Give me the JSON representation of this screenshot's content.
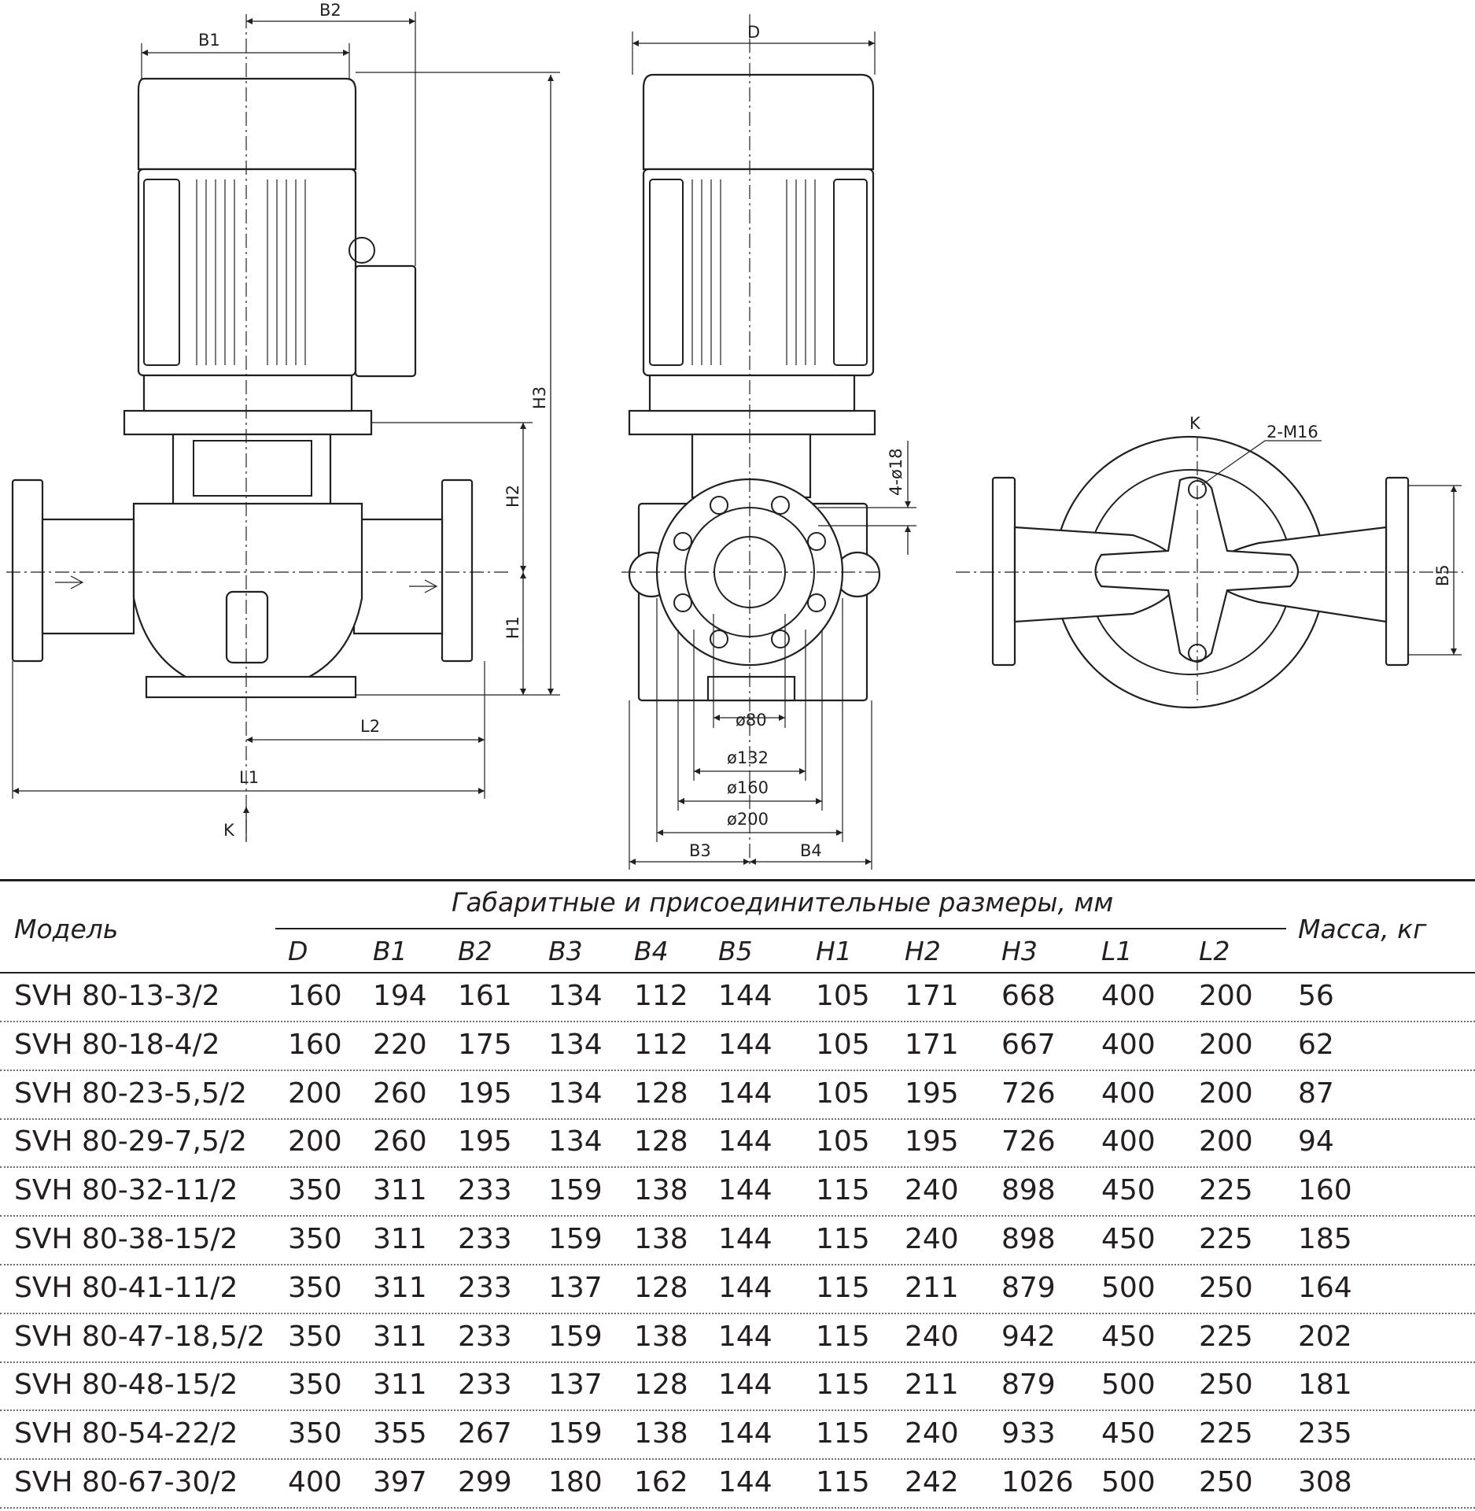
{
  "drawing": {
    "front_view": {
      "dim_labels": {
        "b1": "B1",
        "b2": "B2",
        "h1": "H1",
        "h2": "H2",
        "h3": "H3",
        "l1": "L1",
        "l2": "L2",
        "view_k": "K"
      }
    },
    "side_view": {
      "dim_labels": {
        "d": "D",
        "b3": "B3",
        "b4": "B4",
        "holes": "4-ø18",
        "d80": "ø80",
        "d132": "ø132",
        "d160": "ø160",
        "d200": "ø200"
      }
    },
    "top_view": {
      "labels": {
        "k": "K",
        "bolts": "2-M16",
        "b5": "B5"
      }
    }
  },
  "table": {
    "model_header": "Модель",
    "group_header": "Габаритные и присоединительные размеры, мм",
    "mass_header": "Масса, кг",
    "columns": [
      "D",
      "B1",
      "B2",
      "B3",
      "B4",
      "B5",
      "H1",
      "H2",
      "H3",
      "L1",
      "L2"
    ],
    "rows": [
      {
        "model": "SVH 80-13-3/2",
        "values": [
          "160",
          "194",
          "161",
          "134",
          "112",
          "144",
          "105",
          "171",
          "668",
          "400",
          "200"
        ],
        "mass": "56"
      },
      {
        "model": "SVH 80-18-4/2",
        "values": [
          "160",
          "220",
          "175",
          "134",
          "112",
          "144",
          "105",
          "171",
          "667",
          "400",
          "200"
        ],
        "mass": "62"
      },
      {
        "model": "SVH 80-23-5,5/2",
        "values": [
          "200",
          "260",
          "195",
          "134",
          "128",
          "144",
          "105",
          "195",
          "726",
          "400",
          "200"
        ],
        "mass": "87"
      },
      {
        "model": "SVH 80-29-7,5/2",
        "values": [
          "200",
          "260",
          "195",
          "134",
          "128",
          "144",
          "105",
          "195",
          "726",
          "400",
          "200"
        ],
        "mass": "94"
      },
      {
        "model": "SVH 80-32-11/2",
        "values": [
          "350",
          "311",
          "233",
          "159",
          "138",
          "144",
          "115",
          "240",
          "898",
          "450",
          "225"
        ],
        "mass": "160"
      },
      {
        "model": "SVH 80-38-15/2",
        "values": [
          "350",
          "311",
          "233",
          "159",
          "138",
          "144",
          "115",
          "240",
          "898",
          "450",
          "225"
        ],
        "mass": "185"
      },
      {
        "model": "SVH 80-41-11/2",
        "values": [
          "350",
          "311",
          "233",
          "137",
          "128",
          "144",
          "115",
          "211",
          "879",
          "500",
          "250"
        ],
        "mass": "164"
      },
      {
        "model": "SVH 80-47-18,5/2",
        "values": [
          "350",
          "311",
          "233",
          "159",
          "138",
          "144",
          "115",
          "240",
          "942",
          "450",
          "225"
        ],
        "mass": "202"
      },
      {
        "model": "SVH 80-48-15/2",
        "values": [
          "350",
          "311",
          "233",
          "137",
          "128",
          "144",
          "115",
          "211",
          "879",
          "500",
          "250"
        ],
        "mass": "181"
      },
      {
        "model": "SVH 80-54-22/2",
        "values": [
          "350",
          "355",
          "267",
          "159",
          "138",
          "144",
          "115",
          "240",
          "933",
          "450",
          "225"
        ],
        "mass": "235"
      },
      {
        "model": "SVH 80-67-30/2",
        "values": [
          "400",
          "397",
          "299",
          "180",
          "162",
          "144",
          "115",
          "242",
          "1026",
          "500",
          "250"
        ],
        "mass": "308"
      }
    ]
  }
}
